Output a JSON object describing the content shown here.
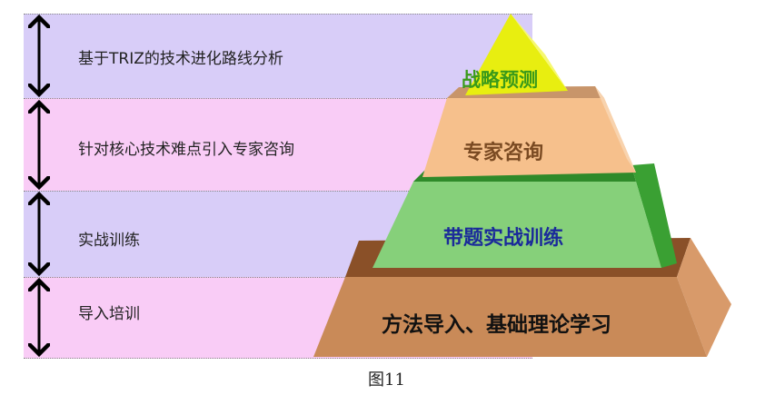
{
  "layers": [
    {
      "side_label": "基于TRIZ的技术进化路线分析",
      "pyramid_label": "战略预测",
      "color": "#e8ee10",
      "label_color": "#3a9a1a"
    },
    {
      "side_label": "针对核心技术难点引入专家咨询",
      "pyramid_label": "专家咨询",
      "color": "#f6c08c",
      "label_color": "#7a4a22"
    },
    {
      "side_label": "实战训练",
      "pyramid_label": "带题实战训练",
      "color": "#7fcf72",
      "label_color": "#1a2a9a"
    },
    {
      "side_label": "导入培训",
      "pyramid_label": "方法导入、基础理论学习",
      "color": "#c98a58",
      "label_color": "#111111"
    }
  ],
  "caption": "图11"
}
